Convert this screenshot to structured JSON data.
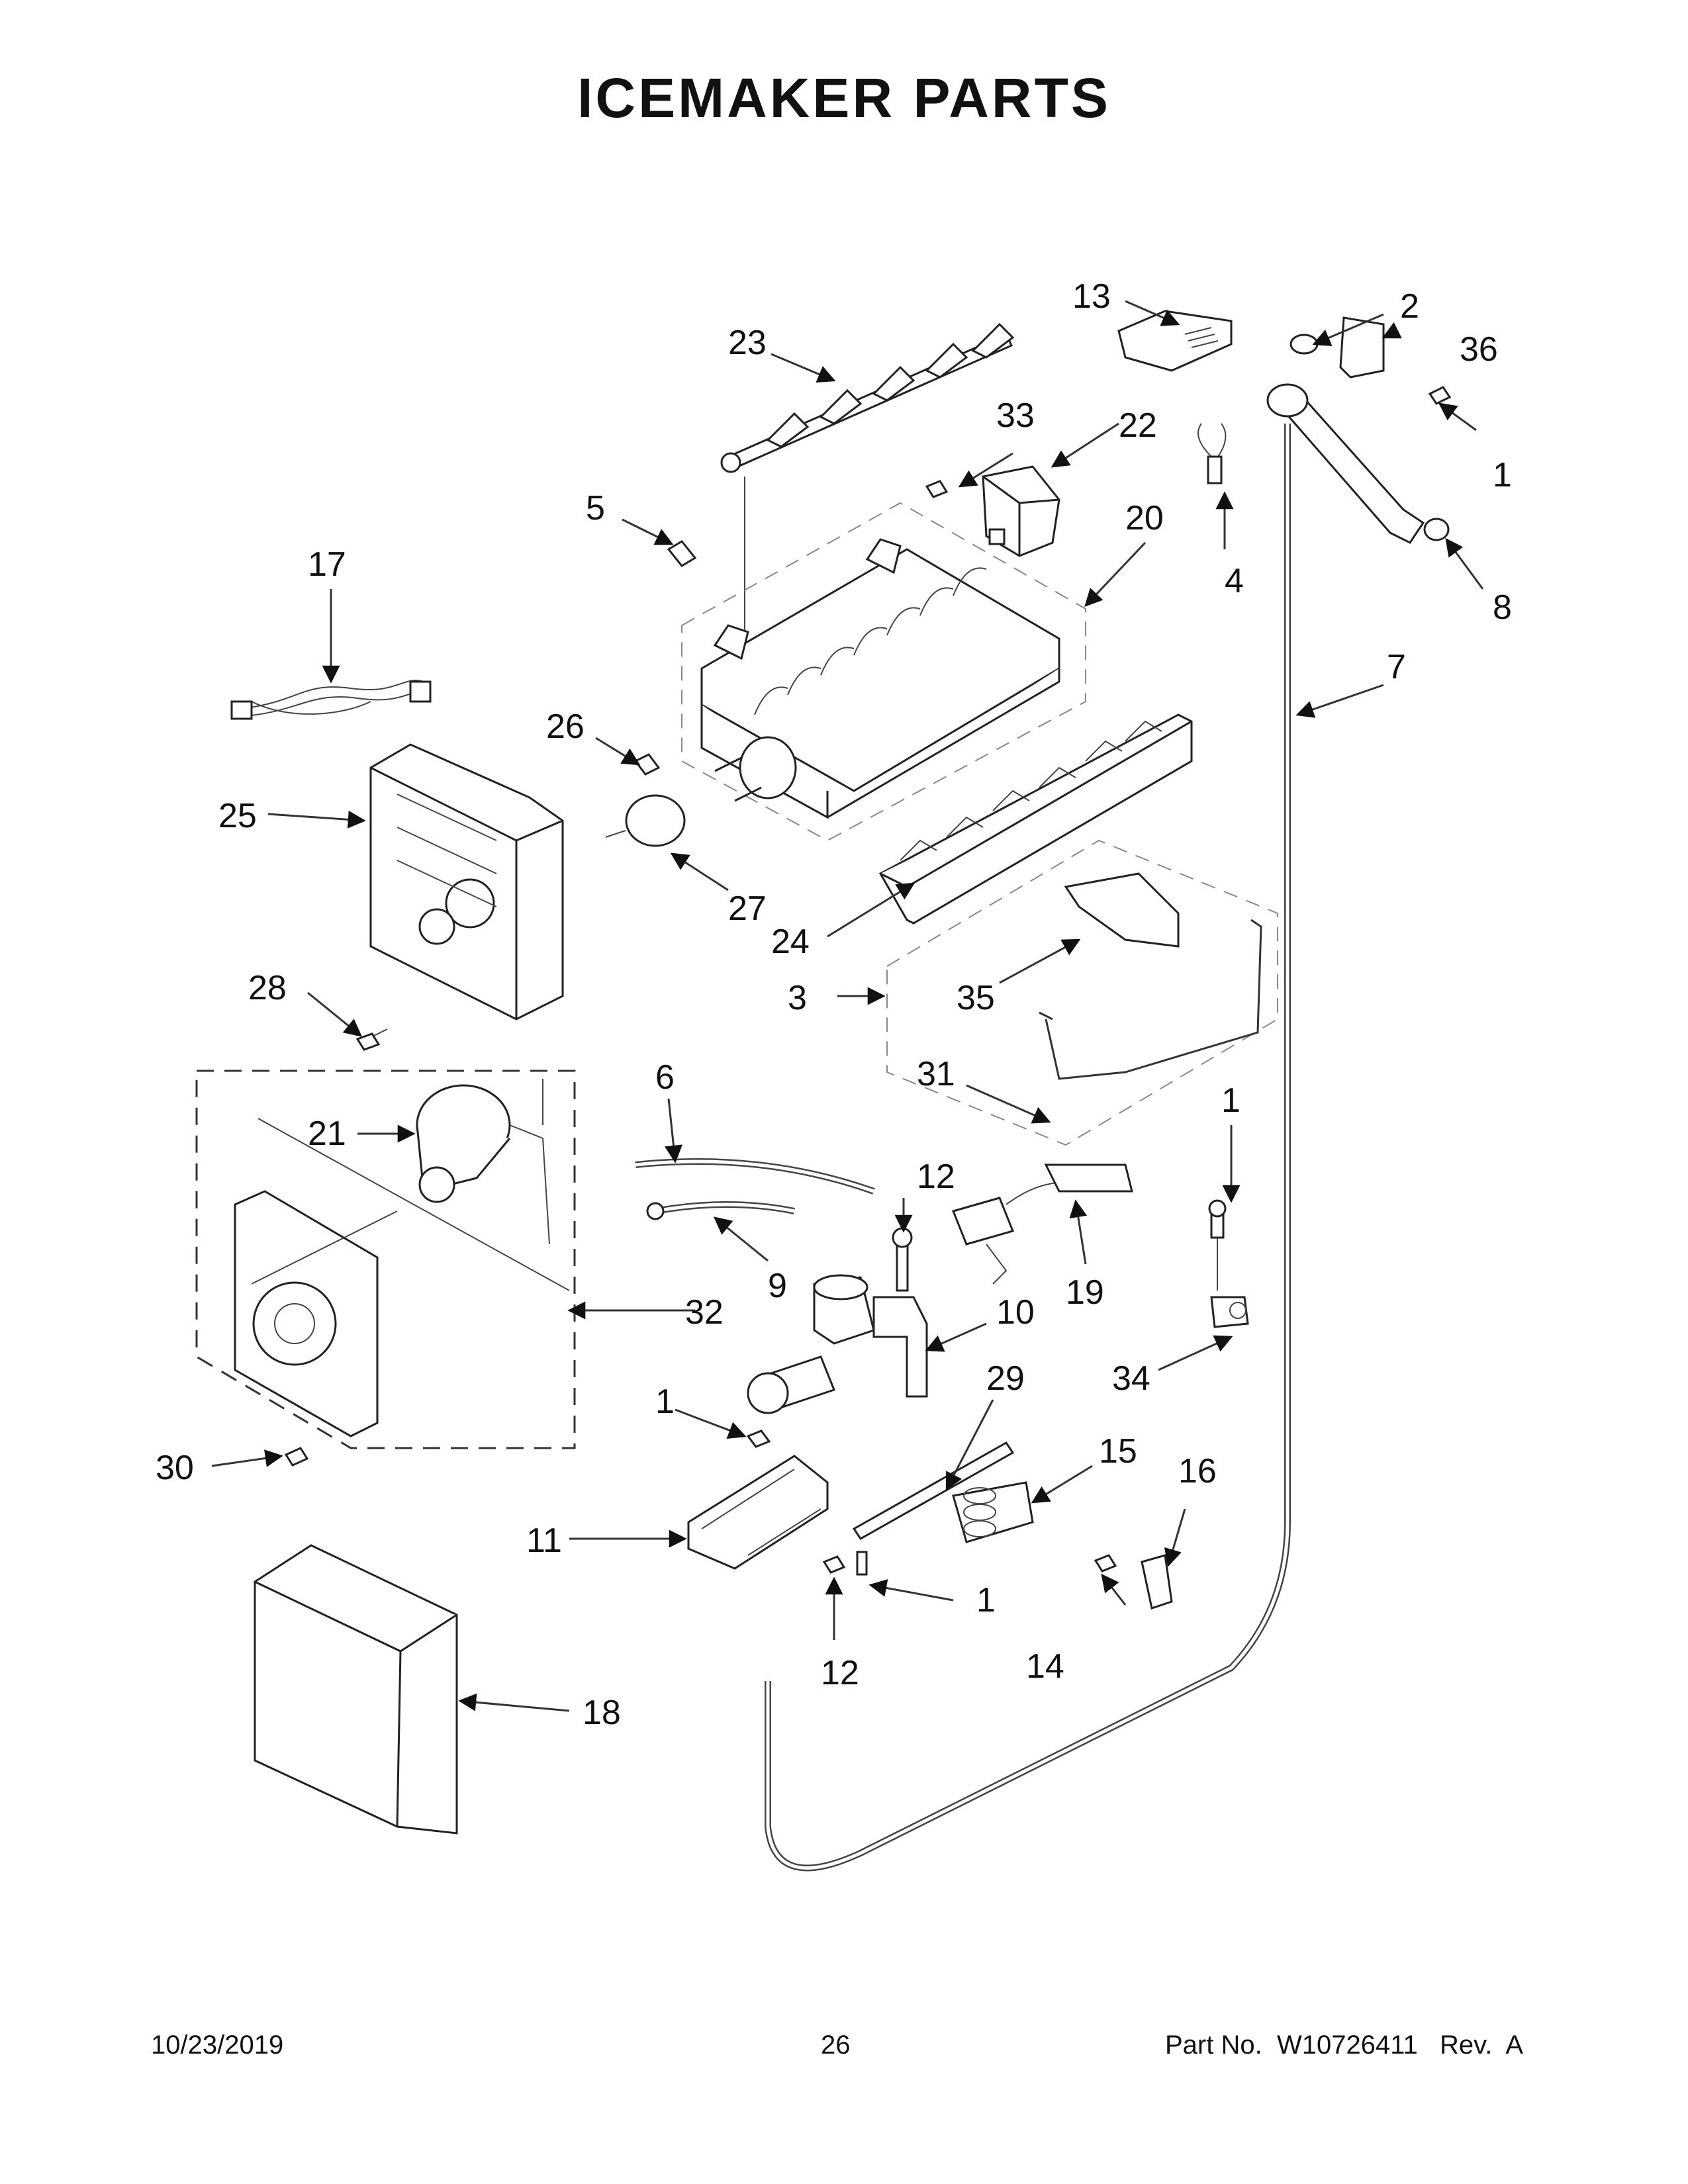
{
  "page": {
    "title": "ICEMAKER PARTS",
    "footer_date": "10/23/2019",
    "footer_page": "26",
    "footer_part": "Part No.  W10726411   Rev.  A"
  },
  "callouts": {
    "c1a": "1",
    "c1b": "1",
    "c1c": "1",
    "c1d": "1",
    "c2": "2",
    "c3": "3",
    "c4": "4",
    "c5": "5",
    "c6": "6",
    "c7": "7",
    "c8": "8",
    "c9": "9",
    "c10": "10",
    "c11": "11",
    "c12a": "12",
    "c12b": "12",
    "c13": "13",
    "c14": "14",
    "c15": "15",
    "c16": "16",
    "c17": "17",
    "c18": "18",
    "c19": "19",
    "c20": "20",
    "c21": "21",
    "c22": "22",
    "c23": "23",
    "c24": "24",
    "c25": "25",
    "c26": "26",
    "c27": "27",
    "c28": "28",
    "c29": "29",
    "c30": "30",
    "c31": "31",
    "c32": "32",
    "c33": "33",
    "c34": "34",
    "c35": "35",
    "c36": "36"
  },
  "icons": {
    "arrow": "callout-arrow-icon"
  }
}
